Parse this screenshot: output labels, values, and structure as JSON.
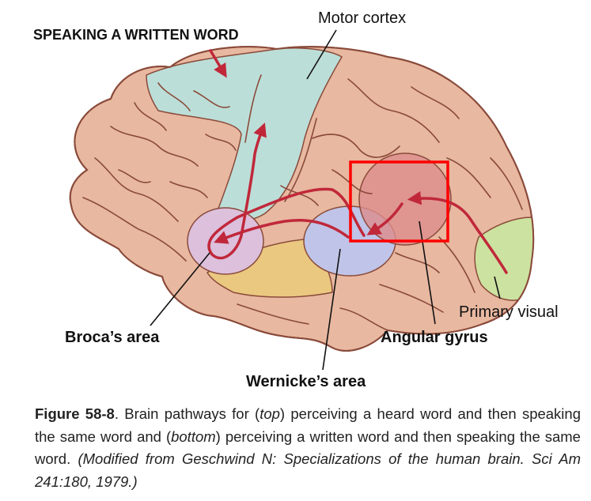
{
  "diagram": {
    "heading": "SPEAKING A WRITTEN WORD",
    "labels": {
      "motor_cortex": "Motor cortex",
      "brocas_area": "Broca’s area",
      "wernickes_area": "Wernicke’s area",
      "angular_gyrus": "Angular gyrus",
      "primary_visual": "Primary visual"
    },
    "colors": {
      "brain": "#e8b8a0",
      "sulcus": "#8a4a3a",
      "motor_cortex": "#bcded8",
      "brocas_area": "#dcc0dc",
      "wernickes_area": "#c0c4e8",
      "temporal_band": "#eac880",
      "angular_gyrus": "#dc8c8c",
      "primary_visual": "#cce2a0",
      "pathway_arrow": "#c0283a",
      "highlight_box": "#ff0000"
    }
  },
  "caption": {
    "figure_number": "Figure 58-8",
    "text_1": ". Brain pathways for (",
    "top": "top",
    "text_2": ") perceiving a heard word and then speaking the same word and (",
    "bottom": "bottom",
    "text_3": ") perceiving a written word and then speaking the same word. ",
    "citation": "(Modified from Geschwind N: Specializations of the human brain. Sci Am 241:180, 1979.)"
  }
}
